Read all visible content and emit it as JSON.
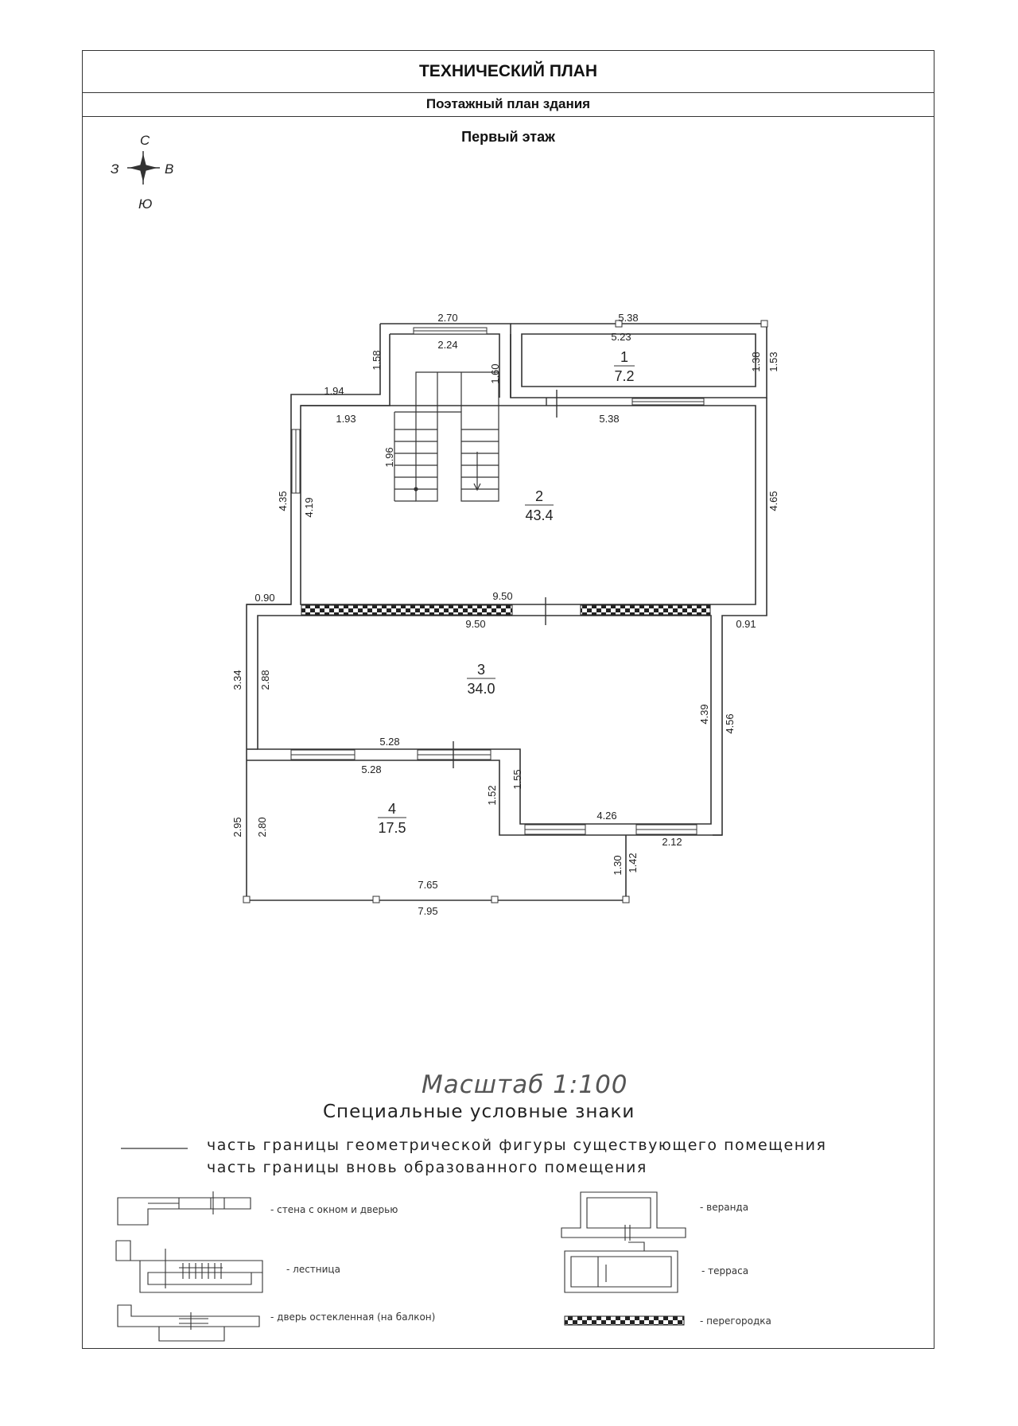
{
  "header": {
    "title": "ТЕХНИЧЕСКИЙ ПЛАН",
    "subtitle": "Поэтажный план здания",
    "floor": "Первый этаж"
  },
  "compass": {
    "n": "С",
    "s": "Ю",
    "w": "З",
    "e": "В"
  },
  "rooms": [
    {
      "number": "1",
      "area": "7.2"
    },
    {
      "number": "2",
      "area": "43.4"
    },
    {
      "number": "3",
      "area": "34.0"
    },
    {
      "number": "4",
      "area": "17.5"
    }
  ],
  "dims": {
    "d270": "2.70",
    "d224": "2.24",
    "d538a": "5.38",
    "d523": "5.23",
    "d158": "1.58",
    "d160": "1.60",
    "d138": "1.38",
    "d153": "1.53",
    "d194": "1.94",
    "d193": "1.93",
    "d538b": "5.38",
    "d196": "1.96",
    "d435": "4.35",
    "d419": "4.19",
    "d465": "4.65",
    "d090": "0.90",
    "d950a": "9.50",
    "d950b": "9.50",
    "d091": "0.91",
    "d334": "3.34",
    "d288": "2.88",
    "d439": "4.39",
    "d456": "4.56",
    "d528a": "5.28",
    "d528b": "5.28",
    "d155": "1.55",
    "d152": "1.52",
    "d295": "2.95",
    "d280": "2.80",
    "d426": "4.26",
    "d212": "2.12",
    "d130": "1.30",
    "d142": "1.42",
    "d765": "7.65",
    "d795": "7.95"
  },
  "scale": "Масштаб 1:100",
  "legend": {
    "title": "Специальные условные знаки",
    "line1": "часть границы геометрической фигуры существующего помещения",
    "line2": "часть границы вновь образованного помещения",
    "wall_window_door": "- стена с окном и дверью",
    "stairs": "- лестница",
    "glazed_door": "- дверь остекленная (на балкон)",
    "veranda": "- веранда",
    "terrace": "- терраса",
    "partition": "- перегородка"
  },
  "colors": {
    "line": "#333333",
    "text": "#222222"
  }
}
